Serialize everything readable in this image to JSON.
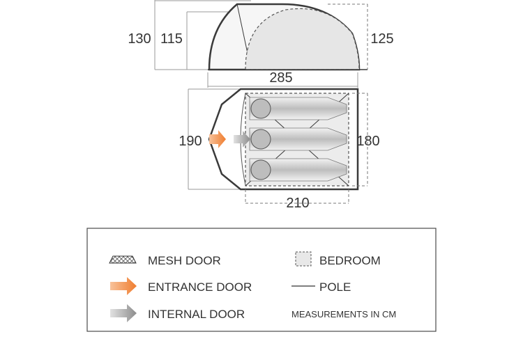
{
  "dimensions": {
    "side_total_height": "130",
    "side_inner_height": "115",
    "side_right_height": "125",
    "total_length": "285",
    "width_front": "190",
    "bedroom_width": "180",
    "bedroom_length": "210"
  },
  "legend": {
    "mesh_door": "MESH DOOR",
    "entrance_door": "ENTRANCE DOOR",
    "internal_door": "INTERNAL DOOR",
    "bedroom": "BEDROOM",
    "pole": "POLE",
    "units": "MEASUREMENTS IN CM"
  },
  "colors": {
    "outline": "#3a3a3a",
    "bedroom_fill": "#ececec",
    "entrance_arrow": "#f08a3c",
    "internal_arrow": "#9a9a9a",
    "guide_line": "#9a9a9a"
  },
  "icons": {
    "entrance": "arrow-right-icon",
    "internal": "arrow-right-icon",
    "mesh": "mesh-door-icon"
  }
}
